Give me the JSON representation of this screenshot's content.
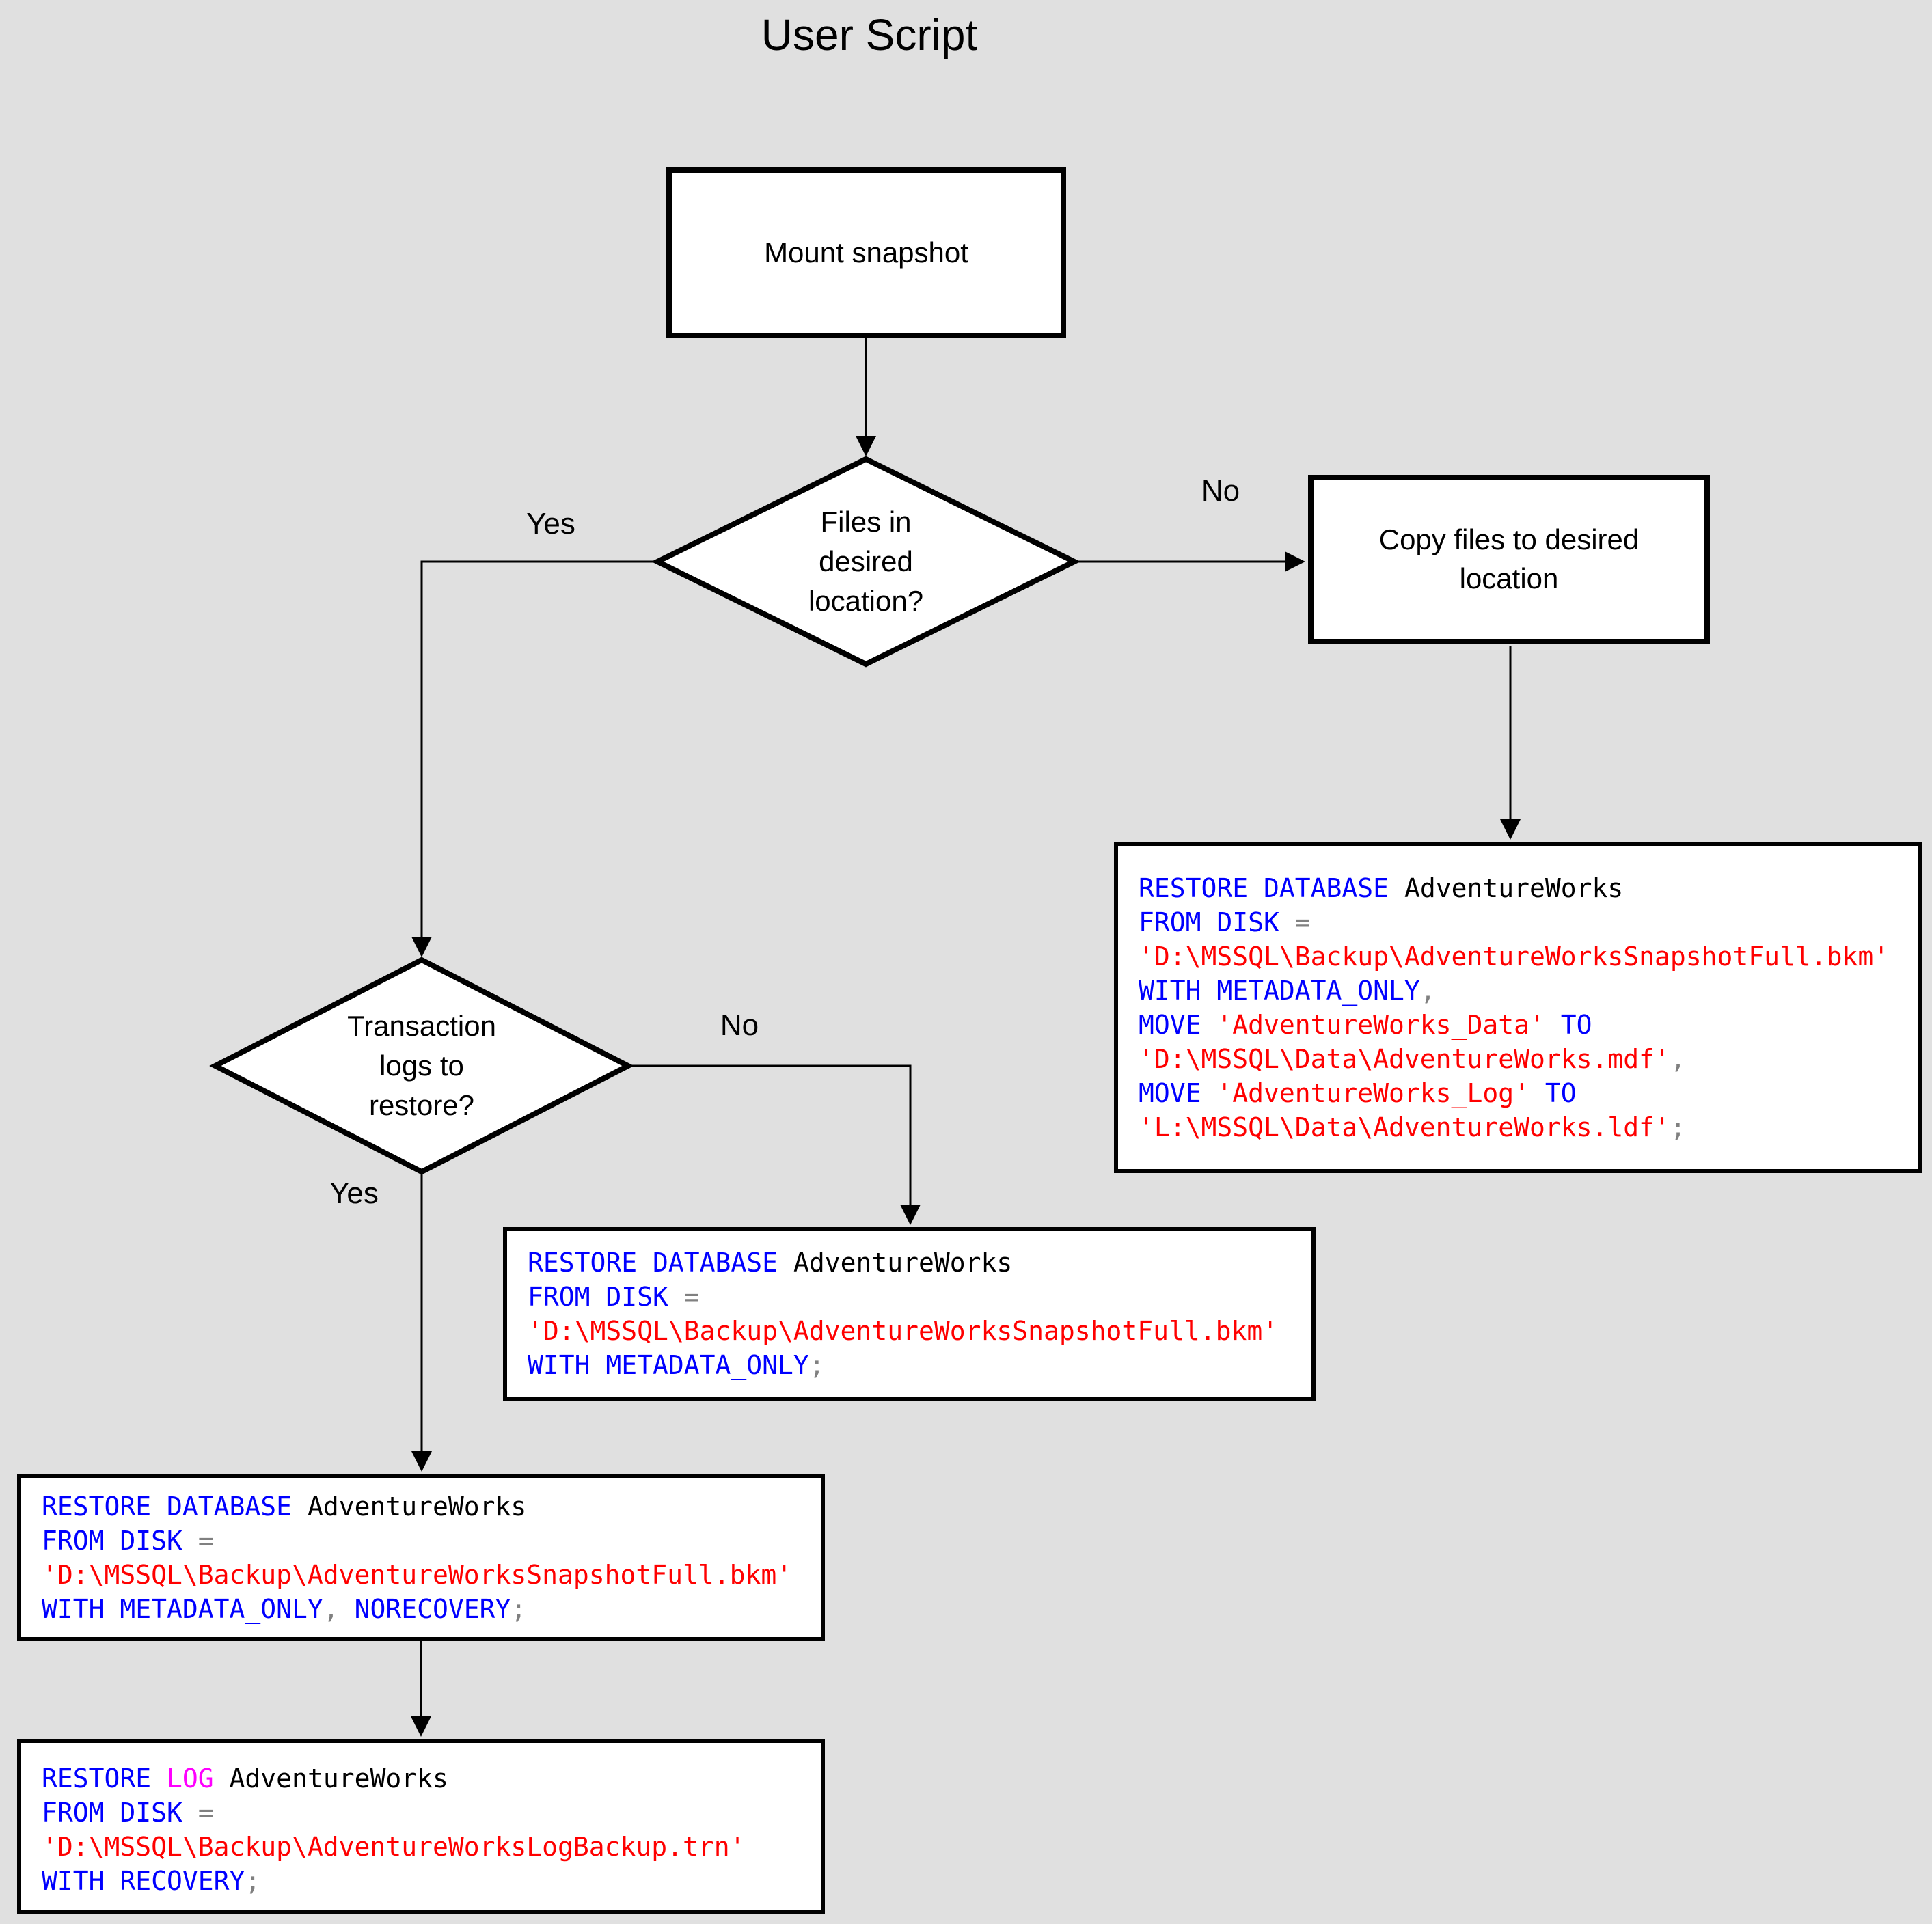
{
  "title": "User Script",
  "nodes": {
    "mount": {
      "label": "Mount snapshot"
    },
    "decision_files": {
      "label": "Files in\ndesired\nlocation?"
    },
    "copy": {
      "label": "Copy files to desired\nlocation"
    },
    "decision_logs": {
      "label": "Transaction\nlogs to\nrestore?"
    }
  },
  "edge_labels": {
    "files_yes": "Yes",
    "files_no": "No",
    "logs_no": "No",
    "logs_yes": "Yes"
  },
  "colors": {
    "background": "#e0e0e0",
    "node_fill": "#ffffff",
    "line": "#000000",
    "keyword": "#0000ff",
    "string": "#ff0000",
    "log_keyword": "#ff00ff",
    "identifier": "#000000",
    "operator": "#808080"
  },
  "code_boxes": [
    {
      "id": "restore-database-with-move",
      "lines": [
        [
          {
            "t": "RESTORE DATABASE ",
            "c": "kw"
          },
          {
            "t": "AdventureWorks",
            "c": "id"
          }
        ],
        [
          {
            "t": "FROM DISK ",
            "c": "kw"
          },
          {
            "t": "=",
            "c": "op"
          }
        ],
        [
          {
            "t": "'D:\\MSSQL\\Backup\\AdventureWorksSnapshotFull.bkm'",
            "c": "str"
          }
        ],
        [
          {
            "t": "WITH METADATA_ONLY",
            "c": "kw"
          },
          {
            "t": ",",
            "c": "op"
          }
        ],
        [
          {
            "t": "MOVE ",
            "c": "kw"
          },
          {
            "t": "'AdventureWorks_Data'",
            "c": "str"
          },
          {
            "t": " ",
            "c": "id"
          },
          {
            "t": "TO",
            "c": "kw"
          }
        ],
        [
          {
            "t": "'D:\\MSSQL\\Data\\AdventureWorks.mdf'",
            "c": "str"
          },
          {
            "t": ",",
            "c": "op"
          }
        ],
        [
          {
            "t": "MOVE ",
            "c": "kw"
          },
          {
            "t": "'AdventureWorks_Log'",
            "c": "str"
          },
          {
            "t": " ",
            "c": "id"
          },
          {
            "t": "TO",
            "c": "kw"
          }
        ],
        [
          {
            "t": "'L:\\MSSQL\\Data\\AdventureWorks.ldf'",
            "c": "str"
          },
          {
            "t": ";",
            "c": "op"
          }
        ]
      ]
    },
    {
      "id": "restore-database-metadata-only",
      "lines": [
        [
          {
            "t": "RESTORE DATABASE ",
            "c": "kw"
          },
          {
            "t": "AdventureWorks",
            "c": "id"
          }
        ],
        [
          {
            "t": "FROM DISK ",
            "c": "kw"
          },
          {
            "t": "=",
            "c": "op"
          }
        ],
        [
          {
            "t": "'D:\\MSSQL\\Backup\\AdventureWorksSnapshotFull.bkm'",
            "c": "str"
          }
        ],
        [
          {
            "t": "WITH METADATA_ONLY",
            "c": "kw"
          },
          {
            "t": ";",
            "c": "op"
          }
        ]
      ]
    },
    {
      "id": "restore-database-norecovery",
      "lines": [
        [
          {
            "t": "RESTORE DATABASE ",
            "c": "kw"
          },
          {
            "t": "AdventureWorks",
            "c": "id"
          }
        ],
        [
          {
            "t": "FROM DISK ",
            "c": "kw"
          },
          {
            "t": "=",
            "c": "op"
          }
        ],
        [
          {
            "t": "'D:\\MSSQL\\Backup\\AdventureWorksSnapshotFull.bkm'",
            "c": "str"
          }
        ],
        [
          {
            "t": "WITH METADATA_ONLY",
            "c": "kw"
          },
          {
            "t": ", ",
            "c": "op"
          },
          {
            "t": "NORECOVERY",
            "c": "kw"
          },
          {
            "t": ";",
            "c": "op"
          }
        ]
      ]
    },
    {
      "id": "restore-log-recovery",
      "lines": [
        [
          {
            "t": "RESTORE ",
            "c": "kw"
          },
          {
            "t": "LOG",
            "c": "log"
          },
          {
            "t": " AdventureWorks",
            "c": "id"
          }
        ],
        [
          {
            "t": "FROM DISK ",
            "c": "kw"
          },
          {
            "t": "=",
            "c": "op"
          }
        ],
        [
          {
            "t": "'D:\\MSSQL\\Backup\\AdventureWorksLogBackup.trn'",
            "c": "str"
          }
        ],
        [
          {
            "t": "WITH RECOVERY",
            "c": "kw"
          },
          {
            "t": ";",
            "c": "op"
          }
        ]
      ]
    }
  ]
}
